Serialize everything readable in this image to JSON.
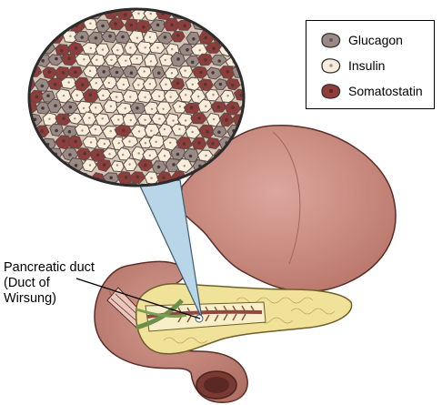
{
  "legend": {
    "items": [
      {
        "label": "Glucagon",
        "color": "#9a8a86"
      },
      {
        "label": "Insulin",
        "color": "#f8eedb"
      },
      {
        "label": "Somatostatin",
        "color": "#8e3d3b"
      }
    ]
  },
  "annotation": {
    "lines": [
      "Pancreatic duct",
      "(Duct of",
      "Wirsung)"
    ]
  },
  "colors": {
    "stomach": "#c98a80",
    "pancreas": "#f1e29a",
    "duodenum": "#c4857c",
    "duct": "#8e4a40",
    "cell_border": "#5a4a46"
  }
}
